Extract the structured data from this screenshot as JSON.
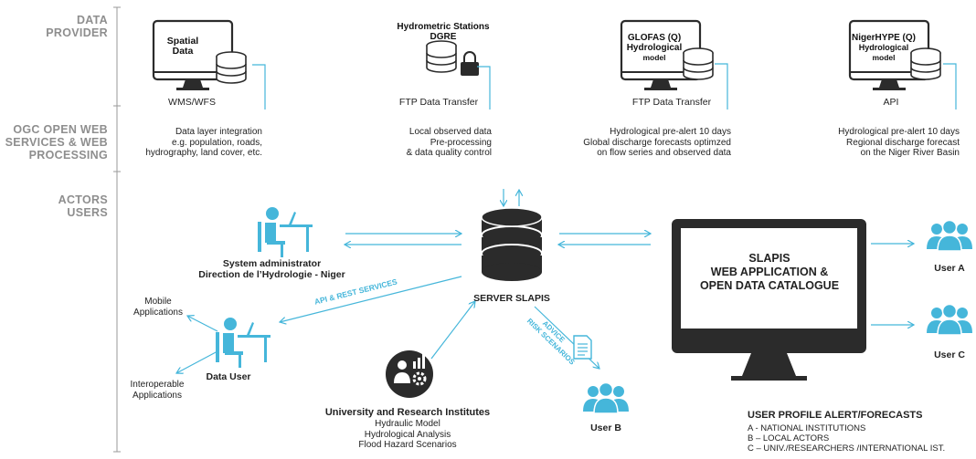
{
  "sections": {
    "data_provider": [
      "DATA",
      "PROVIDER"
    ],
    "ogc": [
      "OGC OPEN WEB",
      "SERVICES & WEB",
      "PROCESSING"
    ],
    "actors": [
      "ACTORS",
      "USERS"
    ]
  },
  "providers": [
    {
      "icon_label": "Spatial Data",
      "caption": "WMS/WFS",
      "desc": [
        "Data layer integration",
        "e.g. population, roads,",
        "hydrography, land cover, etc."
      ]
    },
    {
      "title": [
        "Hydrometric Stations",
        "DGRE"
      ],
      "caption": "FTP Data Transfer",
      "desc": [
        "Local observed data",
        "Pre-processing",
        "& data quality control"
      ]
    },
    {
      "icon_label": [
        "GLOFAS (Q)",
        "Hydrological",
        "model"
      ],
      "caption": "FTP Data Transfer",
      "desc": [
        "Hydrological pre-alert 10 days",
        "Global discharge forecasts optimzed",
        "on flow series and observed data"
      ]
    },
    {
      "icon_label": [
        "NigerHYPE (Q)",
        "Hydrological",
        "model"
      ],
      "caption": "API",
      "desc": [
        "Hydrological pre-alert 10 days",
        "Regional discharge forecast",
        "on the Niger River Basin"
      ]
    }
  ],
  "sysadmin": [
    "System administrator",
    "Direction de l’Hydrologie - Niger"
  ],
  "server": "SERVER SLAPIS",
  "slapis": [
    "SLAPIS",
    "WEB APPLICATION &",
    "OPEN DATA CATALOGUE"
  ],
  "data_user": "Data User",
  "mobile": [
    "Mobile",
    "Applications"
  ],
  "interop": [
    "Interoperable",
    "Applications"
  ],
  "api_label": "API & REST SERVICES",
  "advice": [
    "ADVICE",
    "RISK SCENARIOS"
  ],
  "university": [
    "University and Research Institutes",
    "Hydraulic Model",
    "Hydrological Analysis",
    "Flood Hazard Scenarios"
  ],
  "users": {
    "a": "User A",
    "b": "User B",
    "c": "User C"
  },
  "profile": {
    "title": "USER PROFILE ALERT/FORECASTS",
    "items": [
      "A - NATIONAL INSTITUTIONS",
      "B – LOCAL ACTORS",
      "C – UNIV./RESEARCHERS /INTERNATIONAL IST."
    ]
  },
  "colors": {
    "accent": "#45b6da",
    "dark": "#2b2b2b",
    "section": "#8e8e8e"
  }
}
